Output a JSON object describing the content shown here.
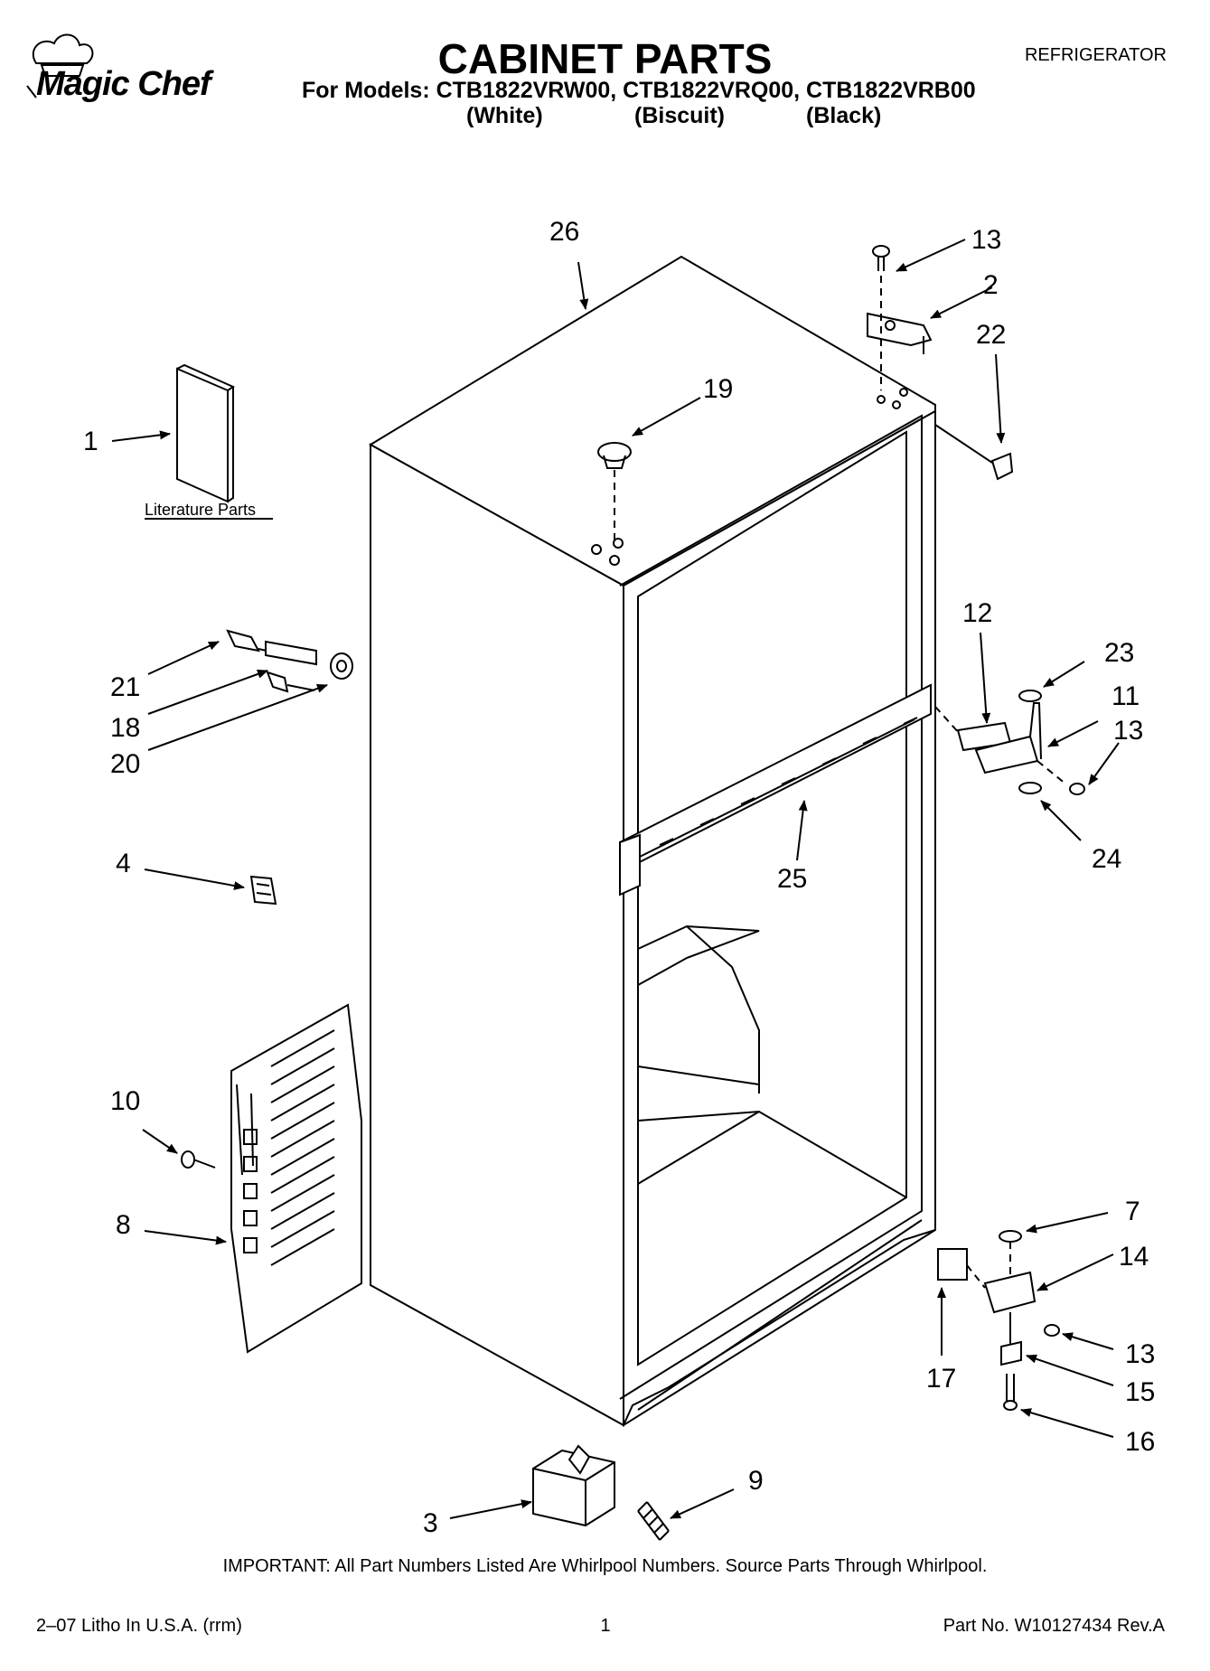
{
  "header": {
    "brand": "Magic Chef",
    "title": "CABINET PARTS",
    "category": "REFRIGERATOR",
    "models_line": "For Models: CTB1822VRW00, CTB1822VRQ00, CTB1822VRB00",
    "variants": [
      "(White)",
      "(Biscuit)",
      "(Black)"
    ]
  },
  "diagram": {
    "literature_caption": "Literature Parts",
    "callouts": {
      "c1": "1",
      "c2": "2",
      "c3": "3",
      "c4": "4",
      "c7": "7",
      "c8": "8",
      "c9": "9",
      "c10": "10",
      "c11": "11",
      "c12": "12",
      "c13a": "13",
      "c13b": "13",
      "c13c": "13",
      "c14": "14",
      "c15": "15",
      "c16": "16",
      "c17": "17",
      "c18": "18",
      "c19": "19",
      "c20": "20",
      "c21": "21",
      "c22": "22",
      "c23": "23",
      "c24": "24",
      "c25": "25",
      "c26": "26"
    }
  },
  "footer": {
    "important": "IMPORTANT: All Part Numbers Listed Are Whirlpool Numbers. Source Parts Through Whirlpool.",
    "litho": "2–07 Litho In U.S.A. (rrm)",
    "page": "1",
    "part_no": "Part No. W10127434 Rev.A"
  }
}
